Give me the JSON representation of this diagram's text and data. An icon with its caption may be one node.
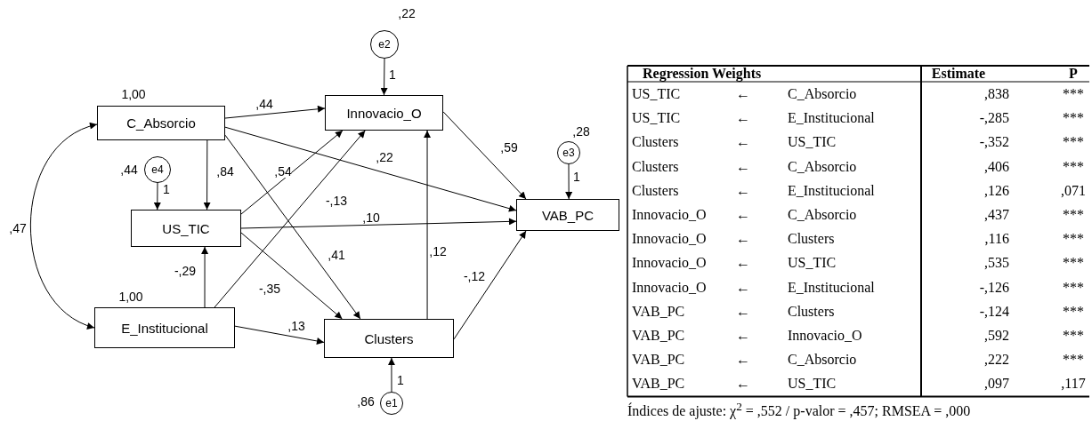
{
  "diagram": {
    "nodes": [
      {
        "text": [
          "C_Absorcio"
        ],
        "beside": [
          "1,00"
        ]
      },
      {
        "text": [
          "Innovacio_O"
        ]
      },
      {
        "text": [
          "e2"
        ],
        "beside": [
          ",22"
        ]
      },
      {
        "text": [
          "e4"
        ],
        "beside": [
          ",44"
        ]
      },
      {
        "text": [
          "US_TIC"
        ]
      },
      {
        "text": [
          "e3"
        ],
        "beside": [
          ",28"
        ]
      },
      {
        "text": [
          "VAB_PC"
        ]
      },
      {
        "text": [
          "E_Institucional"
        ],
        "beside": [
          "1,00"
        ]
      },
      {
        "text": [
          "Clusters"
        ]
      },
      {
        "text": [
          "e1"
        ],
        "beside": [
          ",86"
        ]
      }
    ],
    "edges": [
      {
        "from": 0,
        "to": 1,
        "arrow": "to",
        "label": ",44"
      },
      {
        "from": 0,
        "to": 4,
        "arrow": "to",
        "label": ",84"
      },
      {
        "from": 0,
        "to": 8,
        "arrow": "to",
        "label": ",41"
      },
      {
        "from": 0,
        "to": 6,
        "arrow": "to",
        "label": ",22"
      },
      {
        "from": 4,
        "to": 1,
        "arrow": "to",
        "label": ",54"
      },
      {
        "from": 4,
        "to": 6,
        "arrow": "to",
        "label": ",10"
      },
      {
        "from": 4,
        "to": 8,
        "arrow": "to",
        "label": "-,35"
      },
      {
        "from": 7,
        "to": 4,
        "arrow": "to",
        "label": "-,29"
      },
      {
        "from": 7,
        "to": 1,
        "arrow": "to",
        "label": "-,13"
      },
      {
        "from": 7,
        "to": 8,
        "arrow": "to",
        "label": ",13"
      },
      {
        "from": 8,
        "to": 1,
        "arrow": "to",
        "label": ",12"
      },
      {
        "from": 8,
        "to": 6,
        "arrow": "to",
        "label": "-,12"
      },
      {
        "from": 1,
        "to": 6,
        "arrow": "to",
        "label": ",59"
      },
      {
        "from": 2,
        "to": 1,
        "arrow": "to",
        "label": "1"
      },
      {
        "from": 3,
        "to": 4,
        "arrow": "to",
        "label": "1"
      },
      {
        "from": 5,
        "to": 6,
        "arrow": "to",
        "label": "1"
      },
      {
        "from": 9,
        "to": 8,
        "arrow": "to",
        "label": "1"
      },
      {
        "from": 0,
        "to": 7,
        "arrow": "both",
        "label": ",47"
      }
    ],
    "labels": [
      "Regression Weights",
      "Estimate",
      "P",
      "US_TIC",
      "←",
      "C_Absorcio",
      ",838",
      "***",
      "US_TIC",
      "←",
      "E_Institucional",
      "-,285",
      "***",
      "Clusters",
      "←",
      "US_TIC",
      "-,352",
      "***",
      "Clusters",
      "←",
      "C_Absorcio",
      ",406",
      "***",
      "Clusters",
      "←",
      "E_Institucional",
      ",126",
      ",071",
      "Innovacio_O",
      "←",
      "C_Absorcio",
      ",437",
      "***",
      "Innovacio_O",
      "←",
      "Clusters",
      ",116",
      "***",
      "Innovacio_O",
      "←",
      "US_TIC",
      ",535",
      "***",
      "Innovacio_O",
      "←",
      "E_Institucional",
      "-,126",
      "***",
      "VAB_PC",
      "←",
      "Clusters",
      "-,124",
      "***",
      "VAB_PC",
      "←",
      "Innovacio_O",
      ",592",
      "***",
      "VAB_PC",
      "←",
      "C_Absorcio",
      ",222",
      "***",
      "VAB_PC",
      "←",
      "US_TIC",
      ",097",
      ",117",
      "Índices de ajuste: χ$^{2}$ = ,552 / p-valor = ,457; RMSEA = ,000"
    ]
  }
}
